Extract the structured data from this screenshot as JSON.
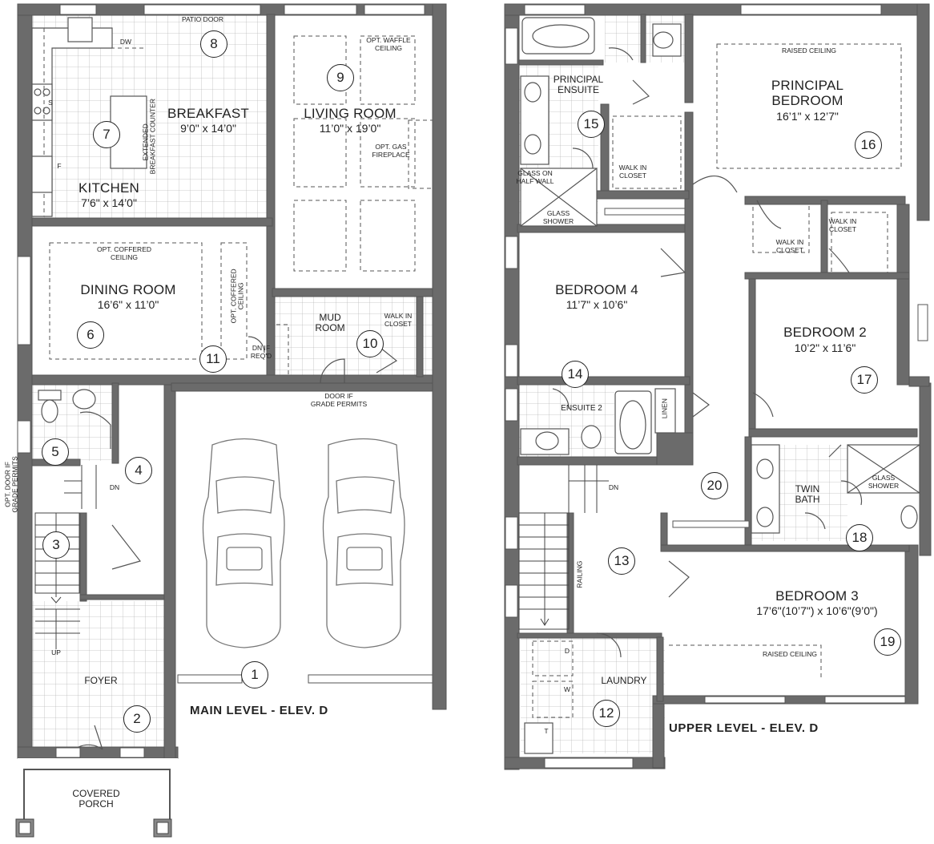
{
  "main_level": {
    "title": "MAIN LEVEL - ELEV. D",
    "rooms": {
      "breakfast": {
        "name": "BREAKFAST",
        "dims": "9’0\" x 14’0\""
      },
      "kitchen": {
        "name": "KITCHEN",
        "dims": "7’6\" x 14’0\""
      },
      "living": {
        "name": "LIVING ROOM",
        "dims": "11’0\" x 19’0\""
      },
      "dining": {
        "name": "DINING ROOM",
        "dims": "16’6\" x 11’0\""
      },
      "mud": {
        "name": "MUD\nROOM"
      },
      "foyer": {
        "name": "FOYER"
      },
      "porch": {
        "name": "COVERED\nPORCH"
      }
    },
    "notes": {
      "patio_door": "PATIO DOOR",
      "dw": "DW",
      "extended_counter": "EXTENDED\nBREAKFAST COUNTER",
      "s": "S",
      "f": "F",
      "waffle": "OPT. WAFFLE\nCEILING",
      "fireplace": "OPT. GAS\nFIREPLACE",
      "coffered1": "OPT. COFFERED\nCEILING",
      "coffered2": "OPT. COFFERED\nCEILING",
      "dn_if": "DN IF\nREQ'D",
      "walk_in": "WALK IN\nCLOSET",
      "door_if": "DOOR IF\nGRADE PERMITS",
      "opt_door": "OPT. DOOR IF\nGRADE PERMITS",
      "dn": "DN",
      "up": "UP"
    },
    "numbers": [
      "1",
      "2",
      "3",
      "4",
      "5",
      "6",
      "7",
      "8",
      "9",
      "10",
      "11"
    ]
  },
  "upper_level": {
    "title": "UPPER LEVEL - ELEV. D",
    "rooms": {
      "principal_ensuite": {
        "name": "PRINCIPAL\nENSUITE"
      },
      "principal_bedroom": {
        "name": "PRINCIPAL\nBEDROOM",
        "dims": "16’1\" x 12’7\""
      },
      "bedroom4": {
        "name": "BEDROOM 4",
        "dims": "11’7\" x 10’6\""
      },
      "bedroom2": {
        "name": "BEDROOM 2",
        "dims": "10’2\" x 11’6\""
      },
      "bedroom3": {
        "name": "BEDROOM 3",
        "dims": "17’6\"(10’7\") x 10’6\"(9’0\")"
      },
      "ensuite2": {
        "name": "ENSUITE 2"
      },
      "twin_bath": {
        "name": "TWIN\nBATH"
      },
      "laundry": {
        "name": "LAUNDRY"
      }
    },
    "notes": {
      "raised1": "RAISED CEILING",
      "raised2": "RAISED CEILING",
      "walk_in1": "WALK IN\nCLOSET",
      "walk_in2": "WALK IN\nCLOSET",
      "walk_in3": "WALK IN\nCLOSET",
      "glass_half": "GLASS ON\nHALF WALL",
      "glass_shower1": "GLASS\nSHOWER",
      "glass_shower2": "GLASS\nSHOWER",
      "linen": "LINEN",
      "railing": "RAILING",
      "dn": "DN",
      "d": "D",
      "w": "W",
      "t": "T"
    },
    "numbers": [
      "12",
      "13",
      "14",
      "15",
      "16",
      "17",
      "18",
      "19",
      "20"
    ]
  }
}
